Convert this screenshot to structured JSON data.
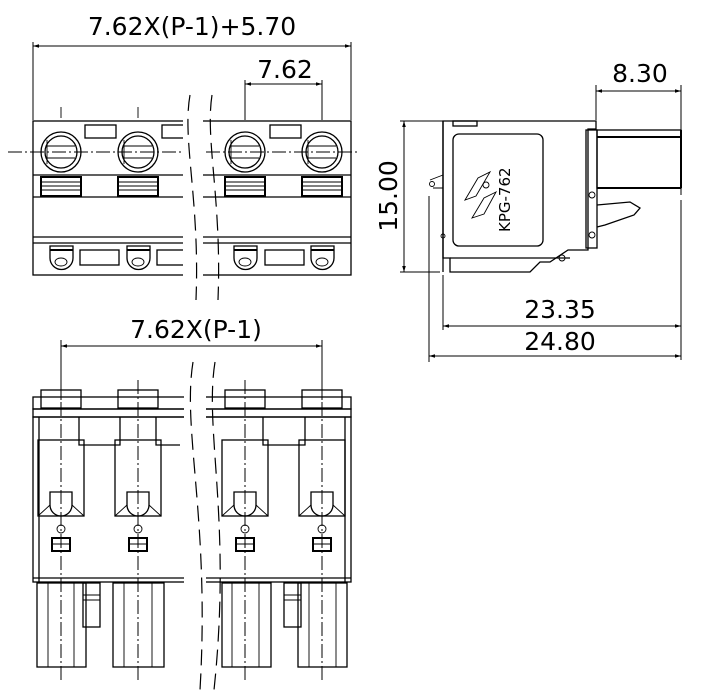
{
  "drawing": {
    "part_number": "KPG-762",
    "views": {
      "front_top": {
        "overall_dimension": "7.62X(P-1)+5.70",
        "pitch_dimension": "7.62"
      },
      "side": {
        "height_dimension": "15.00",
        "protrusion_dimension": "8.30",
        "body_depth_dimension": "23.35",
        "overall_depth_dimension": "24.80",
        "label": "KPG-762"
      },
      "bottom": {
        "span_dimension": "7.62X(P-1)"
      }
    }
  }
}
